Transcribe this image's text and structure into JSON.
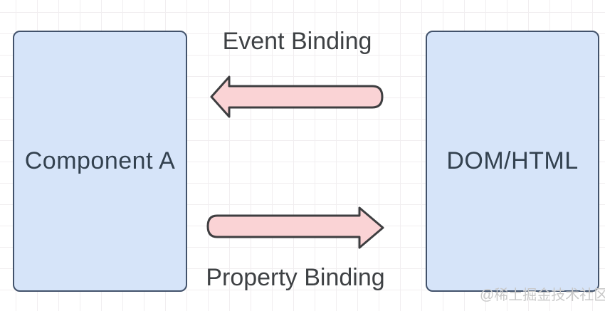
{
  "colors": {
    "background": "#ffffff",
    "grid_line": "#f1eef0",
    "box_fill": "#d6e4f9",
    "box_border": "#42526b",
    "box_text": "#33414f",
    "label_text": "#3e4144",
    "arrow_fill": "#fad3d5",
    "arrow_border": "#3e3e40",
    "watermark_text": "#c8c8c8"
  },
  "diagram": {
    "left_box": {
      "label": "Component A"
    },
    "right_box": {
      "label": "DOM/HTML"
    },
    "event_binding": {
      "label": "Event Binding",
      "direction": "dom-to-component (arrow points left)"
    },
    "property_binding": {
      "label": "Property Binding",
      "direction": "component-to-dom (arrow points right)"
    }
  },
  "watermark": {
    "text": "@稀土掘金技术社区"
  }
}
